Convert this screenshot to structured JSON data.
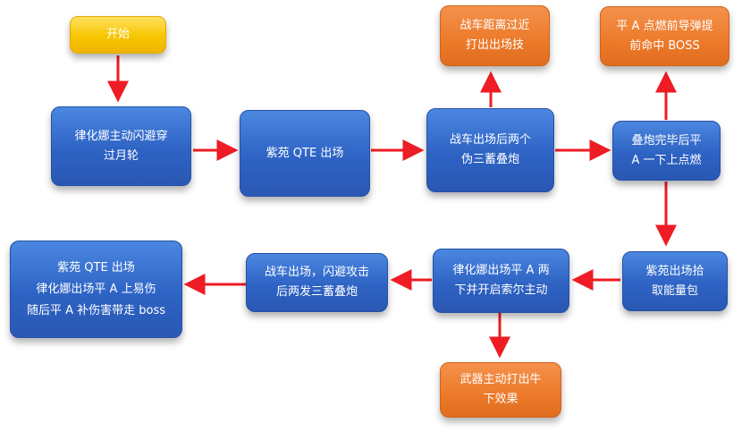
{
  "colors": {
    "arrow": "#ee1c24",
    "blue": "#2e63c4",
    "orange": "#ec7a2a",
    "yellow": "#f7c500"
  },
  "nodes": {
    "start": "开始",
    "step1": "律化娜主动闪避穿\n过月轮",
    "step2": "紫苑 QTE 出场",
    "step3": "战车出场后两个\n伪三蓄叠炮",
    "step3_note": "战车距离过近\n打出出场技",
    "step4": "叠炮完毕后平\nA 一下上点燃",
    "step4_note": "平 A 点燃前导弹提\n前命中 BOSS",
    "step5": "紫苑出场拾\n取能量包",
    "step6": "律化娜出场平 A 两\n下并开启索尔主动",
    "step6_note": "武器主动打出牛\n下效果",
    "step7": "战车出场，闪避攻击\n后两发三蓄叠炮",
    "step8": "紫苑 QTE 出场\n律化娜出场平 A 上易伤\n随后平 A 补伤害带走 boss"
  }
}
